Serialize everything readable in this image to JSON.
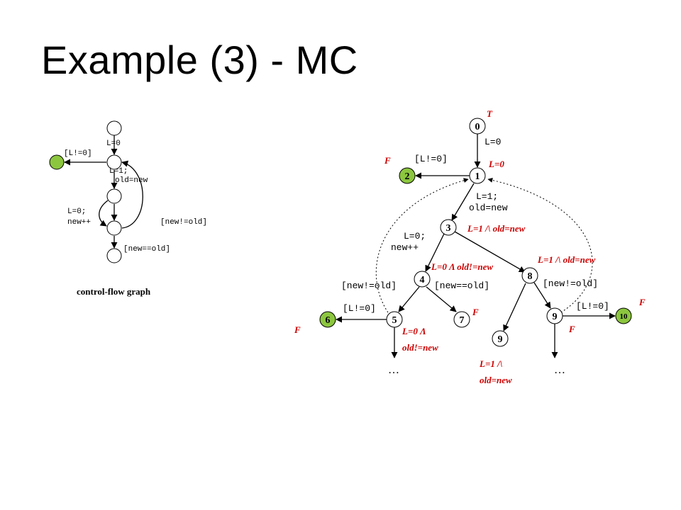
{
  "title": "Example (3) - MC",
  "cfg": {
    "caption": "control-flow graph",
    "edges": {
      "l0": "L=0",
      "lneq0": "[L!=0]",
      "l1": "L=1;",
      "oldnew": "old=new",
      "l0b": "L=0;",
      "newpp": "new++",
      "neq": "[new!=old]",
      "eq": "[new==old]"
    }
  },
  "tree": {
    "nodes": {
      "n0": "0",
      "n1": "1",
      "n2": "2",
      "n3": "3",
      "n4": "4",
      "n5": "5",
      "n6": "6",
      "n7": "7",
      "n8": "8",
      "n9a": "9",
      "n9b": "9",
      "n10": "10"
    },
    "edges": {
      "e01": "L=0",
      "e12": "[L!=0]",
      "e13a": "L=1;",
      "e13b": "old=new",
      "e34a": "L=0;",
      "e34b": "new++",
      "e4left": "[new!=old]",
      "e47": "[new==old]",
      "e56": "[L!=0]",
      "e8right": "[new!=old]",
      "e910": "[L!=0]",
      "dots1": "…",
      "dots2": "…"
    },
    "annotations": {
      "T": "T",
      "F2": "F",
      "L0": "L=0",
      "s3": "L=1 /\\ old=new",
      "s4": "L=0 Λ old!=new",
      "s8": "L=1 /\\ old=new",
      "F10": "F",
      "F7": "F",
      "F6": "F",
      "s5a": "L=0 Λ",
      "s5b": "old!=new",
      "F9": "F",
      "s9a": "L=1 /\\",
      "s9b": "old=new"
    },
    "colors": {
      "highlight": "#8cc63f",
      "annotation": "#cc0000"
    }
  }
}
